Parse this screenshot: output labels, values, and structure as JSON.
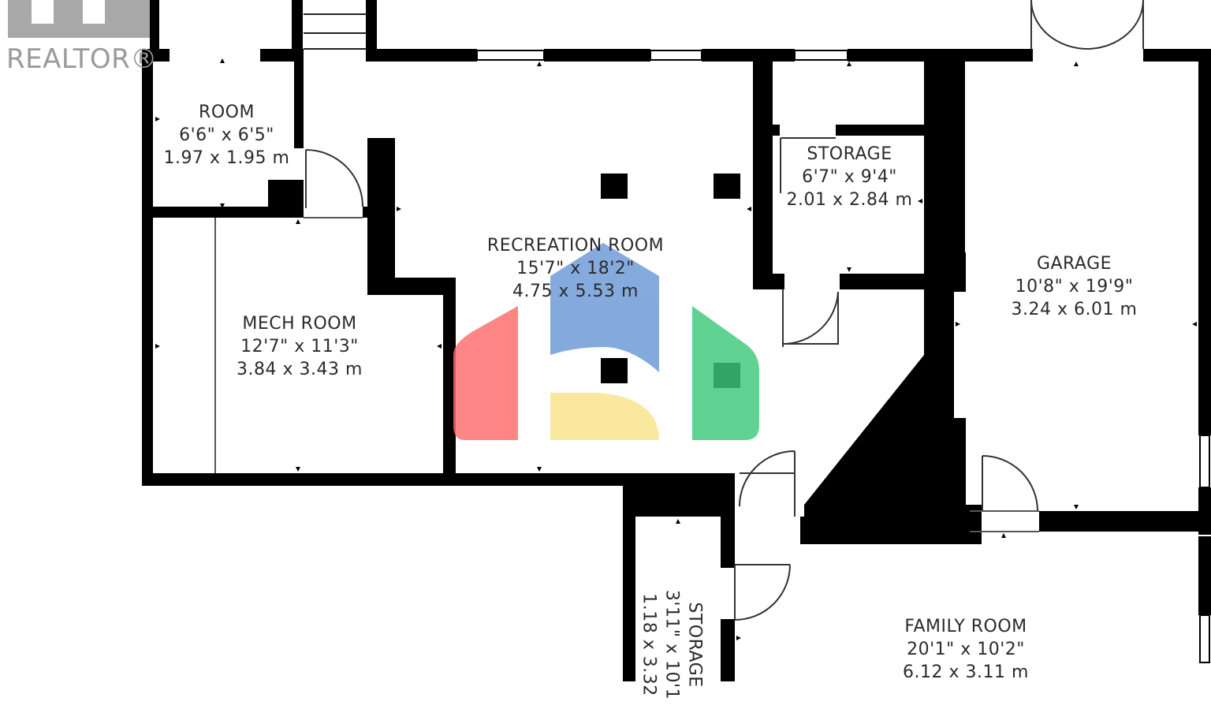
{
  "watermark": {
    "brand_text": "REALTOR®"
  },
  "rooms": [
    {
      "id": "room",
      "name": "ROOM",
      "imperial": "6'6\" x 6'5\"",
      "metric": "1.97 x 1.95 m"
    },
    {
      "id": "mech-room",
      "name": "MECH ROOM",
      "imperial": "12'7\" x 11'3\"",
      "metric": "3.84 x 3.43 m"
    },
    {
      "id": "recreation-room",
      "name": "RECREATION ROOM",
      "imperial": "15'7\" x 18'2\"",
      "metric": "4.75 x 5.53 m"
    },
    {
      "id": "storage-1",
      "name": "STORAGE",
      "imperial": "6'7\" x 9'4\"",
      "metric": "2.01 x 2.84 m"
    },
    {
      "id": "garage",
      "name": "GARAGE",
      "imperial": "10'8\" x 19'9\"",
      "metric": "3.24 x 6.01 m"
    },
    {
      "id": "storage-2",
      "name": "STORAGE",
      "imperial": "3'11\" x 10'1",
      "metric": "1.18 x 3.32"
    },
    {
      "id": "family-room",
      "name": "FAMILY ROOM",
      "imperial": "20'1\" x 10'2\"",
      "metric": "6.12 x 3.11 m"
    }
  ],
  "colors": {
    "wall": "#000000",
    "logo_red": "#ff6b6b",
    "logo_blue": "#6a97d6",
    "logo_yellow": "#fbe38a",
    "logo_green": "#3dc97a"
  }
}
